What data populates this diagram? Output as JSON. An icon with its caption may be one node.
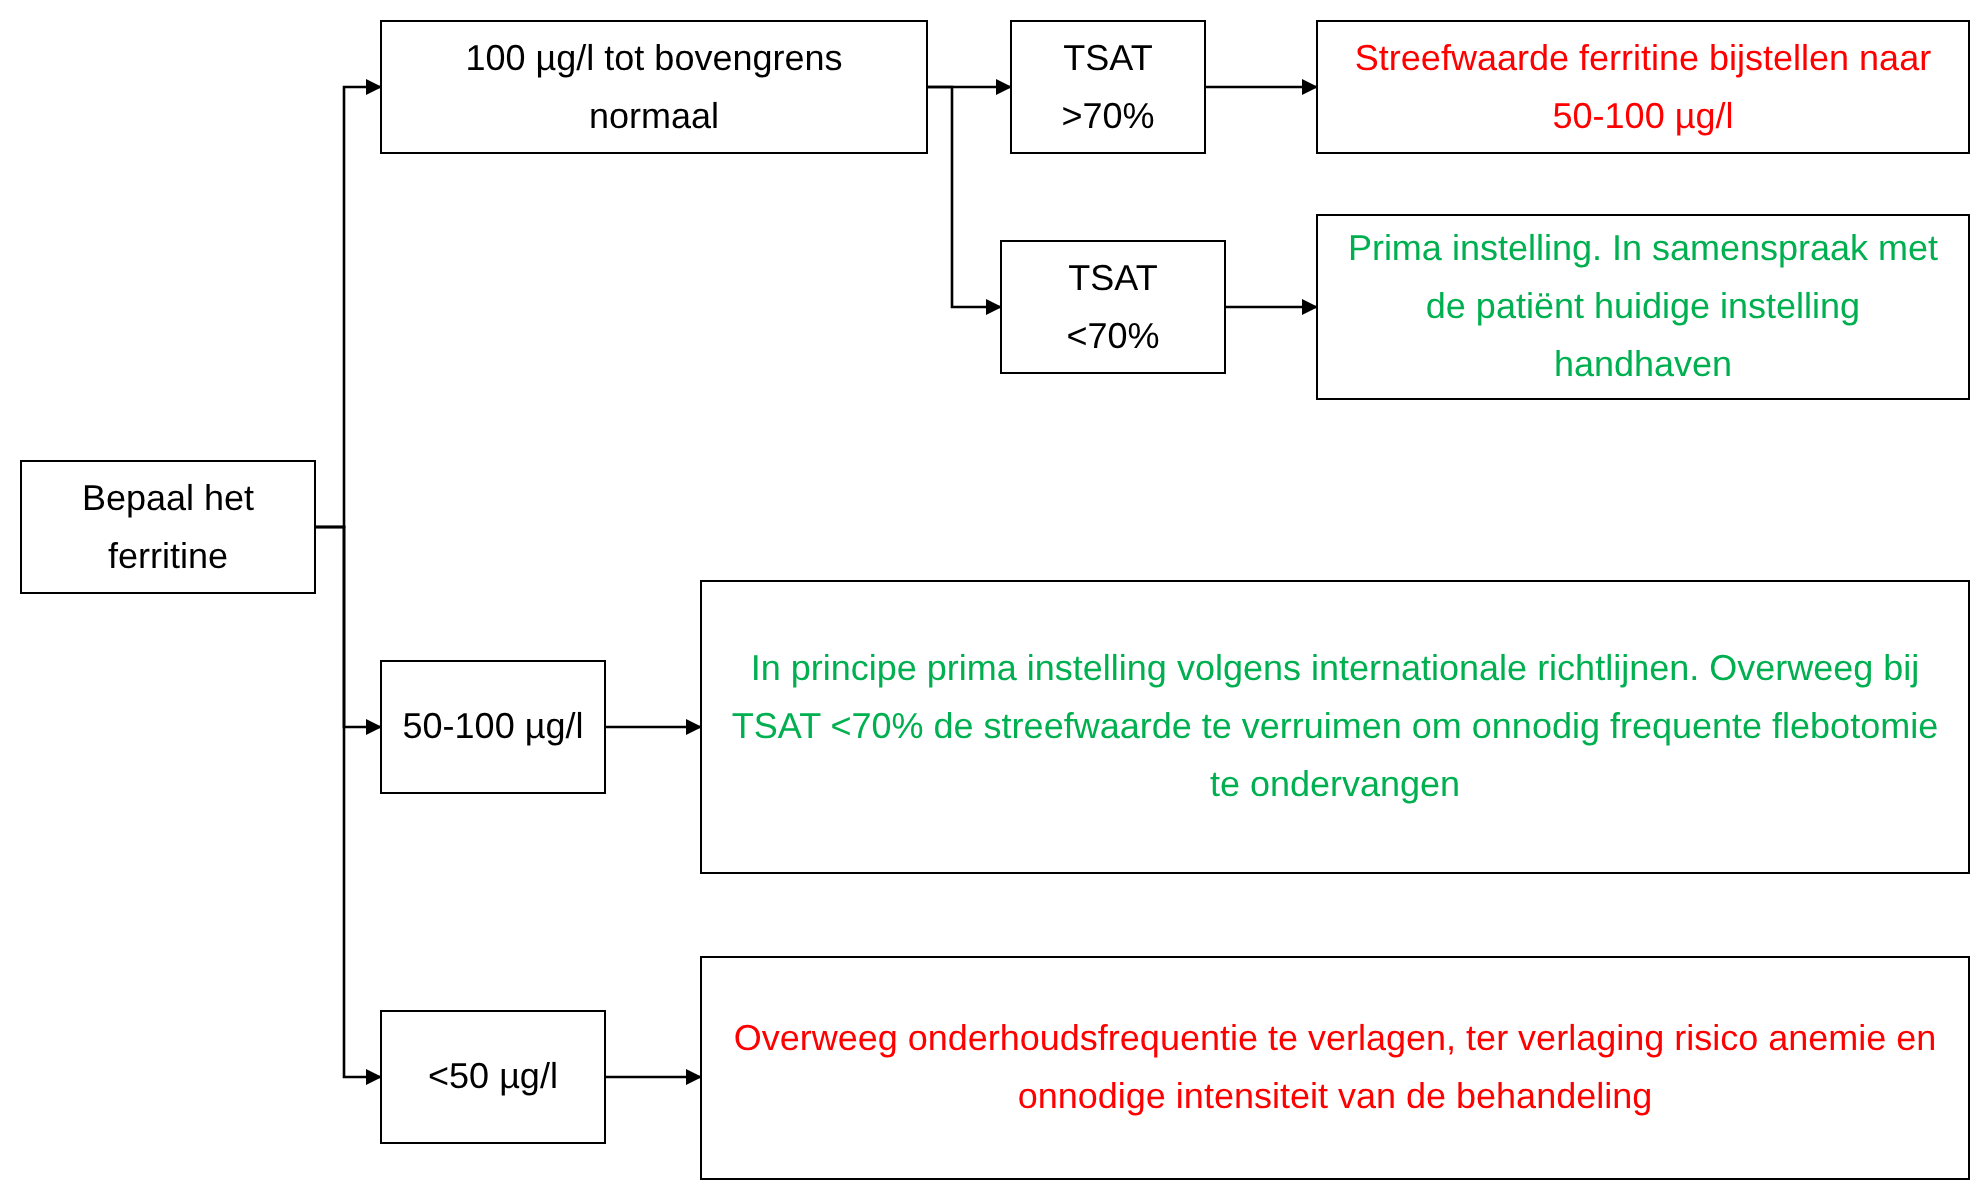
{
  "diagram": {
    "nodes": [
      {
        "text": [
          "Bepaal het ferritine"
        ]
      },
      {
        "text": [
          "100 µg/l tot bovengrens normaal"
        ]
      },
      {
        "text": [
          "TSAT >70%"
        ]
      },
      {
        "text": [
          "Streefwaarde ferritine bijstellen naar 50-100 µg/l"
        ]
      },
      {
        "text": [
          "TSAT <70%"
        ]
      },
      {
        "text": [
          "Prima instelling. In samenspraak met de patiënt huidige instelling handhaven"
        ]
      },
      {
        "text": [
          "50-100 µg/l"
        ]
      },
      {
        "text": [
          "In principe prima instelling volgens internationale richtlijnen. Overweeg bij TSAT <70% de streefwaarde te verruimen om onnodig frequente flebotomie te ondervangen"
        ]
      },
      {
        "text": [
          "<50 µg/l"
        ]
      },
      {
        "text": [
          "Overweeg onderhoudsfrequentie te verlagen, ter verlaging risico anemie en onnodige intensiteit van de behandeling"
        ]
      }
    ],
    "edges": [
      {
        "from": 0,
        "to": 1,
        "arrow": "to"
      },
      {
        "from": 0,
        "to": 6,
        "arrow": "to"
      },
      {
        "from": 0,
        "to": 8,
        "arrow": "to"
      },
      {
        "from": 1,
        "to": 2,
        "arrow": "to"
      },
      {
        "from": 1,
        "to": 4,
        "arrow": "to"
      },
      {
        "from": 2,
        "to": 3,
        "arrow": "to"
      },
      {
        "from": 4,
        "to": 5,
        "arrow": "to"
      },
      {
        "from": 6,
        "to": 7,
        "arrow": "to"
      },
      {
        "from": 8,
        "to": 9,
        "arrow": "to"
      }
    ]
  }
}
